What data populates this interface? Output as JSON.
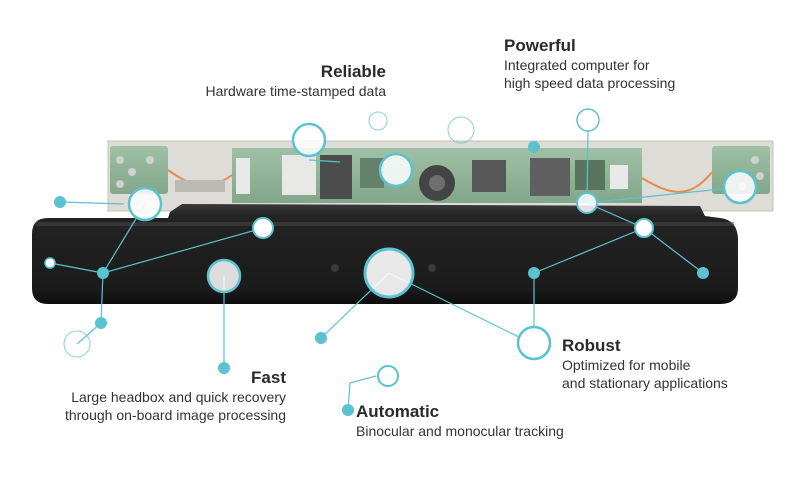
{
  "colors": {
    "accent": "#5bc2cf",
    "bar_body": "#1e1e1e",
    "pcb_green": "#6f9c78",
    "text": "#2b2b2b"
  },
  "features": {
    "reliable": {
      "title": "Reliable",
      "desc": "Hardware time-stamped data"
    },
    "powerful": {
      "title": "Powerful",
      "desc_line1": "Integrated computer for",
      "desc_line2": "high speed data processing"
    },
    "fast": {
      "title": "Fast",
      "desc_line1": "Large headbox and quick recovery",
      "desc_line2": "through on-board image processing"
    },
    "robust": {
      "title": "Robust",
      "desc_line1": "Optimized for mobile",
      "desc_line2": "and stationary applications"
    },
    "automatic": {
      "title": "Automatic",
      "desc": "Binocular and monocular tracking"
    }
  }
}
